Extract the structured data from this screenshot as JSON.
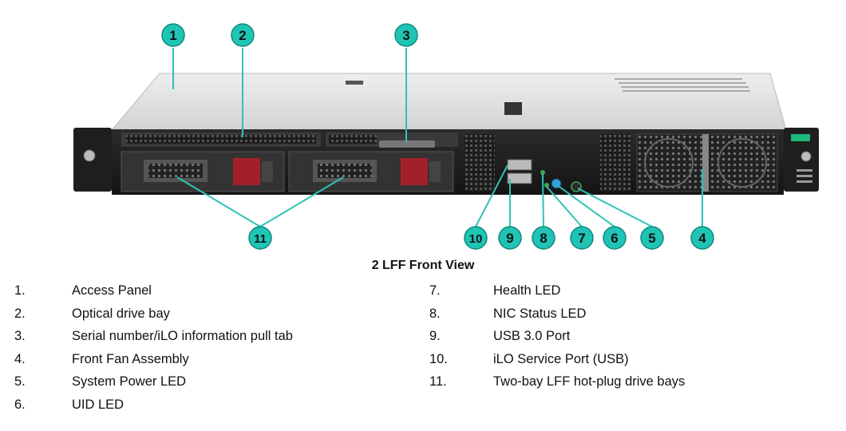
{
  "caption": "2 LFF Front View",
  "callouts": [
    "1",
    "2",
    "3",
    "4",
    "5",
    "6",
    "7",
    "8",
    "9",
    "10",
    "11"
  ],
  "accent_color": "#1fc4b5",
  "legend": {
    "left": [
      {
        "num": "1.",
        "label": "Access Panel"
      },
      {
        "num": "2.",
        "label": "Optical drive bay"
      },
      {
        "num": "3.",
        "label": "Serial number/iLO information pull tab"
      },
      {
        "num": "4.",
        "label": "Front Fan Assembly"
      },
      {
        "num": "5.",
        "label": "System Power LED"
      },
      {
        "num": "6.",
        "label": "UID LED"
      }
    ],
    "right": [
      {
        "num": "7.",
        "label": "Health LED"
      },
      {
        "num": "8.",
        "label": "NIC Status LED"
      },
      {
        "num": "9.",
        "label": "USB 3.0 Port"
      },
      {
        "num": "10.",
        "label": "iLO Service Port (USB)"
      },
      {
        "num": "11.",
        "label": "Two-bay LFF hot-plug drive bays"
      }
    ]
  }
}
